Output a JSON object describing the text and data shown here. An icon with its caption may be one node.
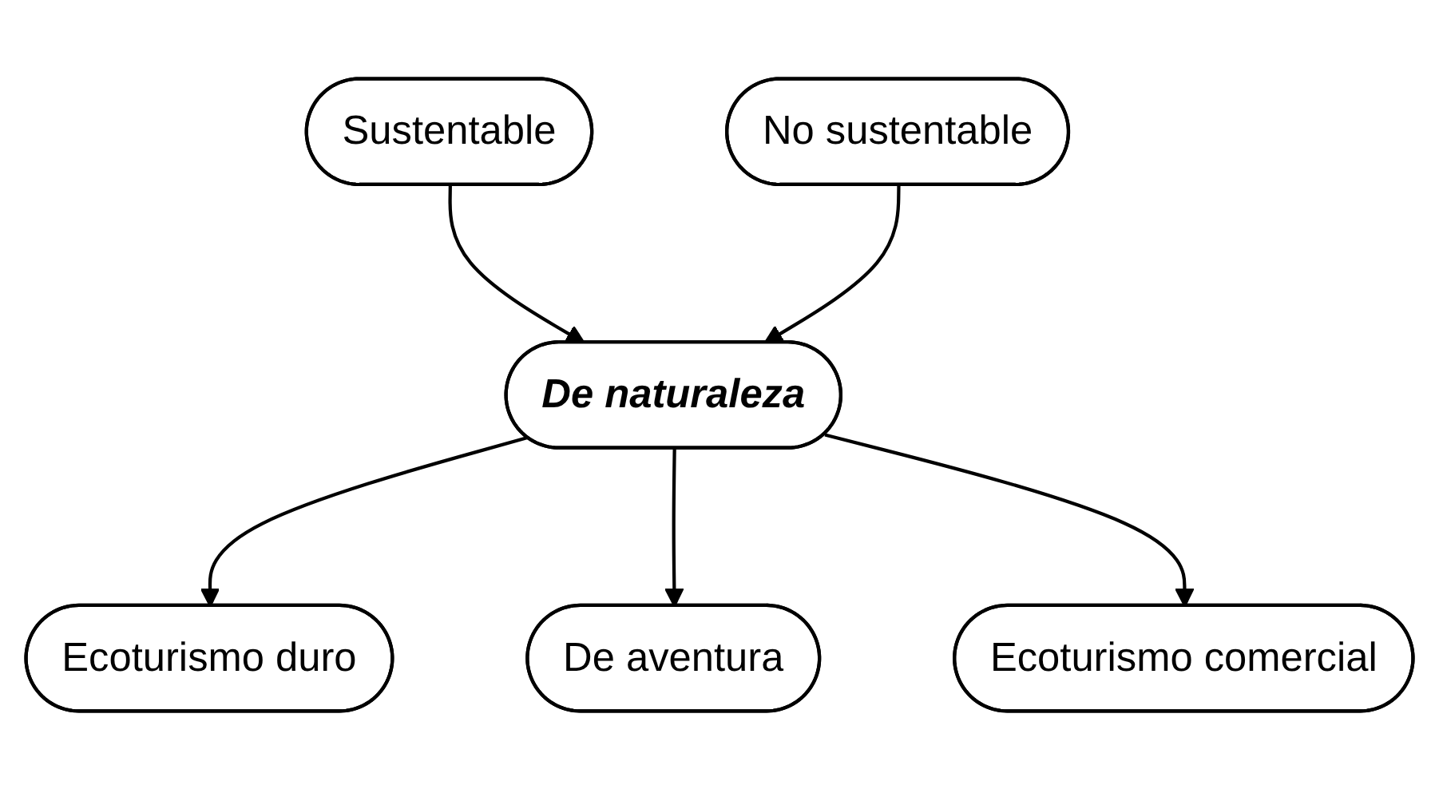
{
  "diagram": {
    "nodes": [
      {
        "text": [
          "Sustentable"
        ]
      },
      {
        "text": [
          "No sustentable"
        ]
      },
      {
        "text": [
          "De naturaleza"
        ]
      },
      {
        "text": [
          "Ecoturismo duro"
        ]
      },
      {
        "text": [
          "De aventura"
        ]
      },
      {
        "text": [
          "Ecoturismo comercial"
        ]
      }
    ],
    "edges": [
      {
        "from": 0,
        "to": 2,
        "arrow": "to"
      },
      {
        "from": 1,
        "to": 2,
        "arrow": "to"
      },
      {
        "from": 2,
        "to": 3,
        "arrow": "to"
      },
      {
        "from": 2,
        "to": 4,
        "arrow": "to"
      },
      {
        "from": 2,
        "to": 5,
        "arrow": "to"
      }
    ]
  }
}
